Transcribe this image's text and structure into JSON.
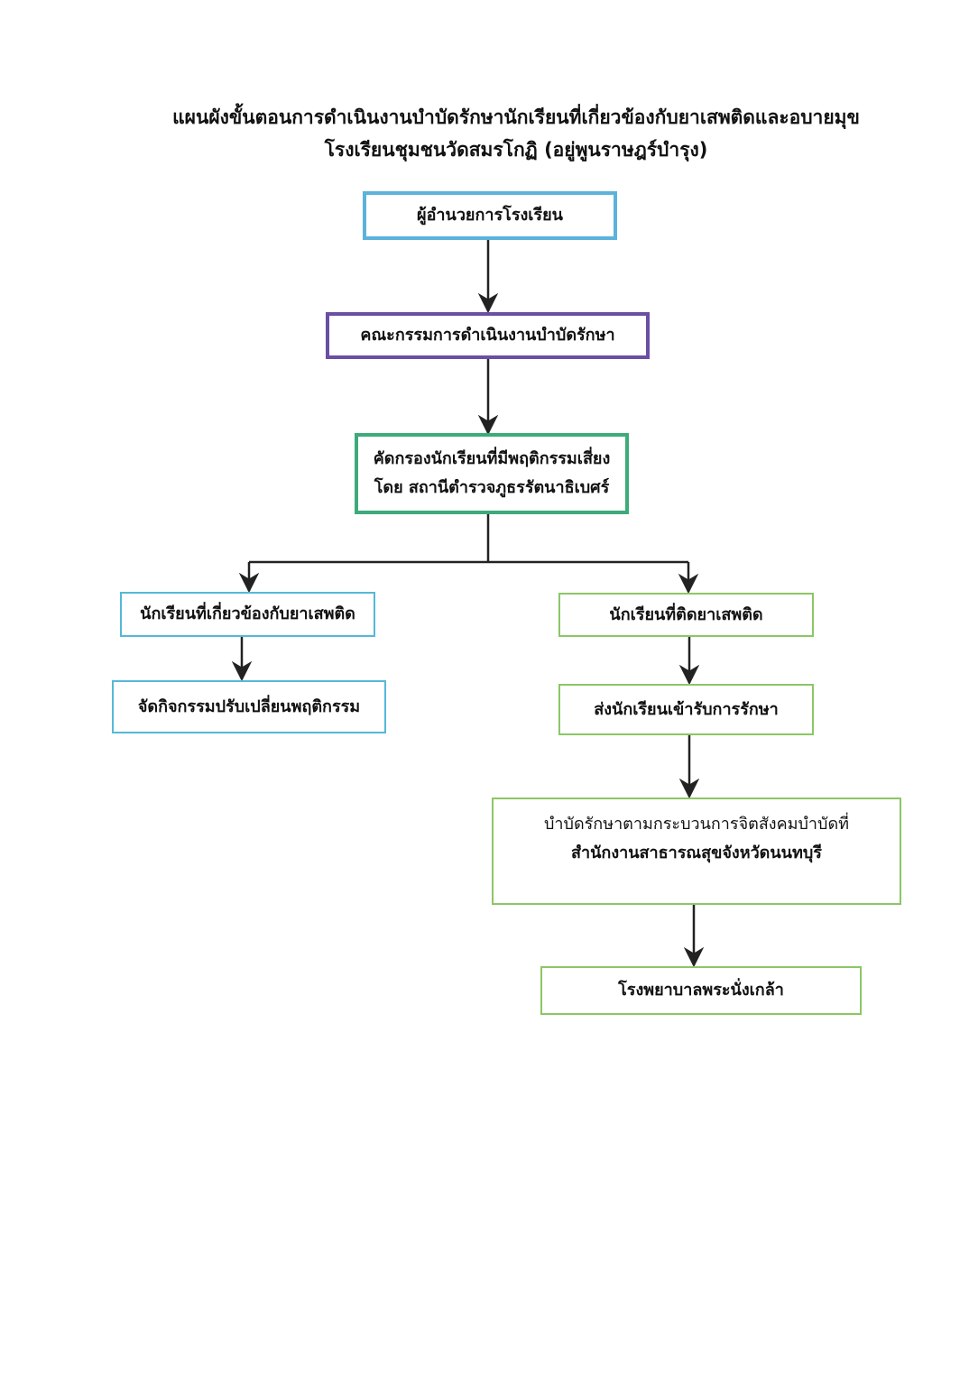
{
  "title": {
    "line1": "แผนผังขั้นตอนการดำเนินงานบำบัดรักษานักเรียนที่เกี่ยวข้องกับยาเสพติดและอบายมุข",
    "line2": "โรงเรียนชุมชนวัดสมรโกฏิ (อยู่พูนราษฎร์บำรุง)"
  },
  "colors": {
    "director": "#5bb3db",
    "committee": "#6a4fa3",
    "screening": "#3daa7a",
    "related_branch": "#55b8d8",
    "addicted_branch": "#8cc665",
    "connector": "#222222"
  },
  "nodes": {
    "director": "ผู้อำนวยการโรงเรียน",
    "committee": "คณะกรรมการดำเนินงานบำบัดรักษา",
    "screening": {
      "line1": "คัดกรองนักเรียนที่มีพฤติกรรมเสี่ยง",
      "line2": "โดย สถานีตำรวจภูธรรัตนาธิเบศร์"
    },
    "related_students": "นักเรียนที่เกี่ยวข้องกับยาเสพติด",
    "behavior_activities": "จัดกิจกรรมปรับเปลี่ยนพฤติกรรม",
    "addicted_students": "นักเรียนที่ติดยาเสพติด",
    "send_for_treatment": "ส่งนักเรียนเข้ารับการรักษา",
    "therapy": {
      "line1": "บำบัดรักษาตามกระบวนการจิตสังคมบำบัดที่",
      "line2": "สำนักงานสาธารณสุขจังหวัดนนทบุรี"
    },
    "hospital": "โรงพยาบาลพระนั่งเกล้า"
  }
}
